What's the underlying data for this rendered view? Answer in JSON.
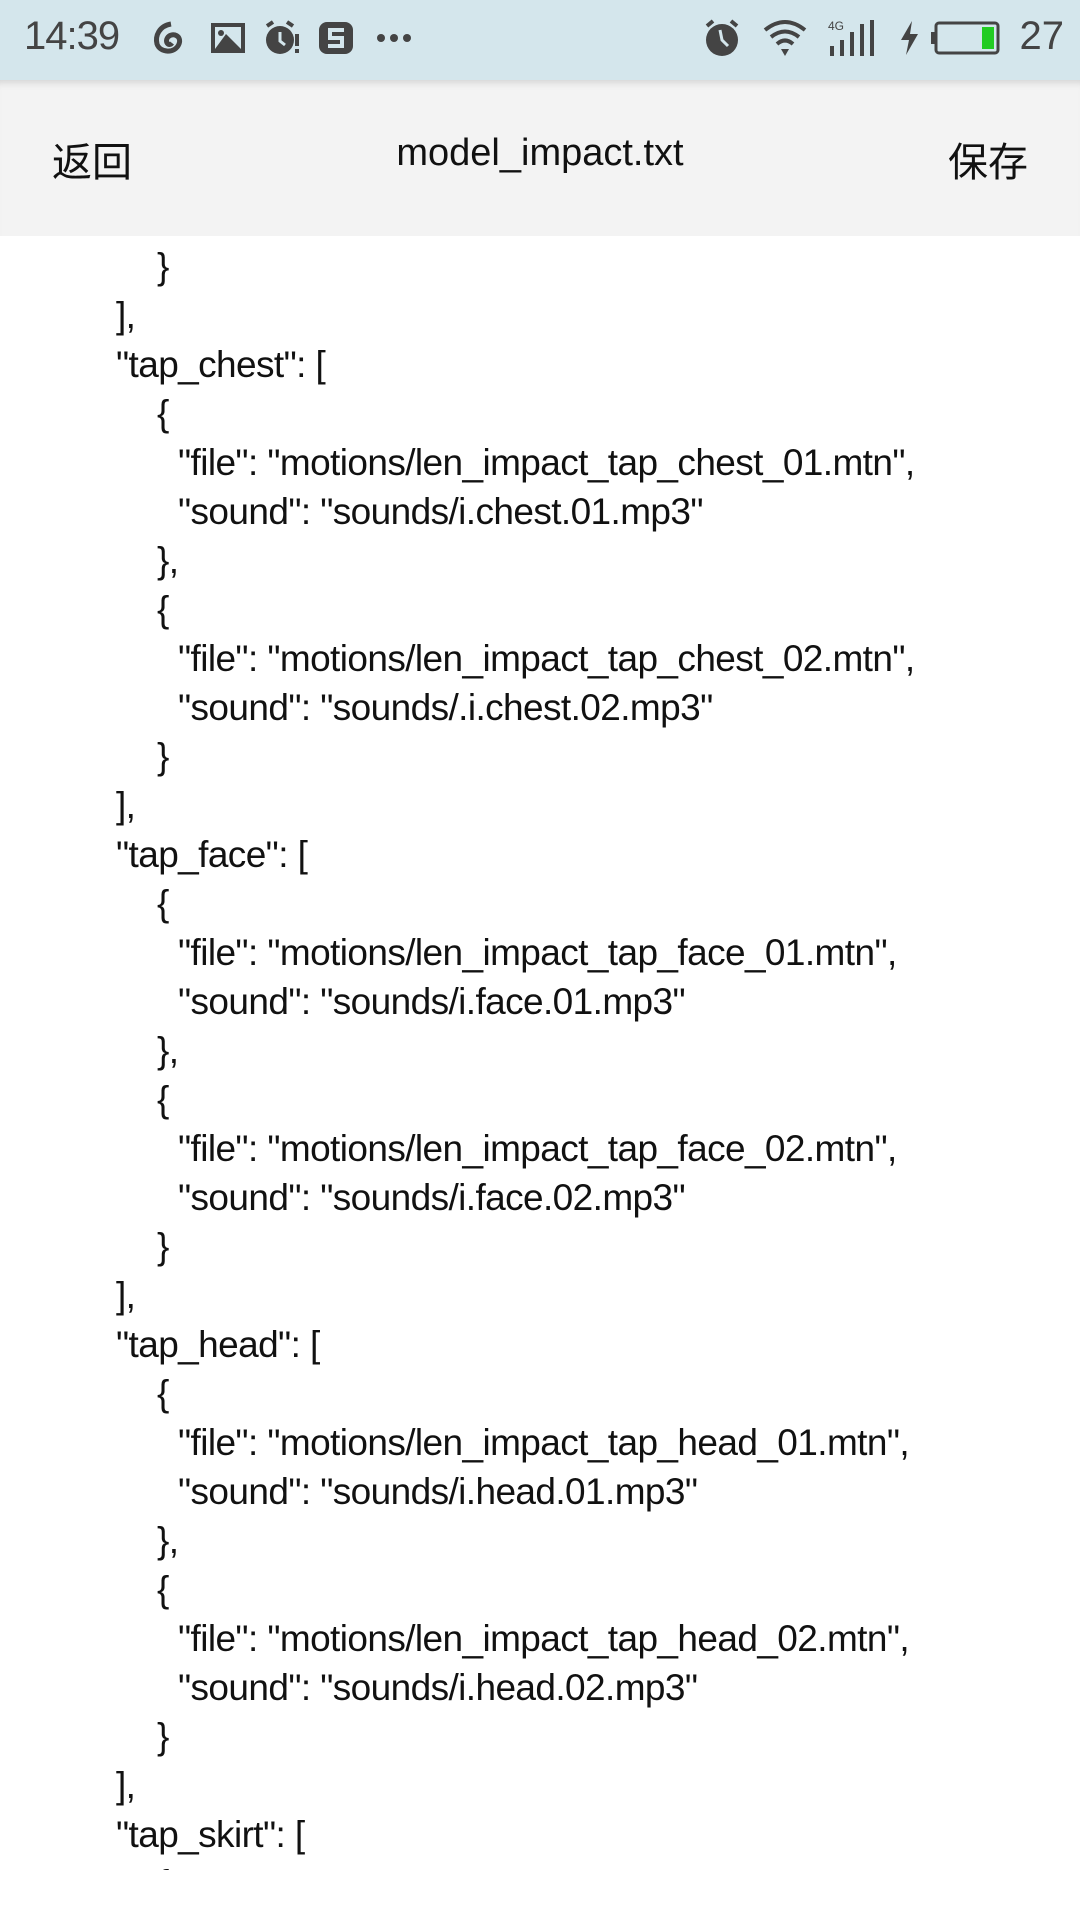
{
  "status_bar": {
    "time": "14:39",
    "notification_icons": [
      "netease-music-icon",
      "gallery-icon",
      "alarm-notice-icon",
      "sogou-icon",
      "more-icon"
    ],
    "battery_percent": "27",
    "battery_level": 0.27,
    "battery_color": "#22cc22"
  },
  "header": {
    "back_label": "返回",
    "title": "model_impact.txt",
    "save_label": "保存"
  },
  "editor": {
    "lines": [
      {
        "depth": 1,
        "text": "}"
      },
      {
        "depth": 0,
        "text": "],"
      },
      {
        "depth": 0,
        "text": "\"tap_chest\": ["
      },
      {
        "depth": 1,
        "text": "{"
      },
      {
        "depth": 2,
        "text": "\"file\": \"motions/len_impact_tap_chest_01.mtn\","
      },
      {
        "depth": 2,
        "text": "\"sound\": \"sounds/i.chest.01.mp3\""
      },
      {
        "depth": 1,
        "text": "},"
      },
      {
        "depth": 1,
        "text": "{"
      },
      {
        "depth": 2,
        "text": "\"file\": \"motions/len_impact_tap_chest_02.mtn\","
      },
      {
        "depth": 2,
        "text": "\"sound\": \"sounds/.i.chest.02.mp3\""
      },
      {
        "depth": 1,
        "text": "}"
      },
      {
        "depth": 0,
        "text": "],"
      },
      {
        "depth": 0,
        "text": "\"tap_face\": ["
      },
      {
        "depth": 1,
        "text": "{"
      },
      {
        "depth": 2,
        "text": "\"file\": \"motions/len_impact_tap_face_01.mtn\","
      },
      {
        "depth": 2,
        "text": "\"sound\": \"sounds/i.face.01.mp3\""
      },
      {
        "depth": 1,
        "text": "},"
      },
      {
        "depth": 1,
        "text": "{"
      },
      {
        "depth": 2,
        "text": "\"file\": \"motions/len_impact_tap_face_02.mtn\","
      },
      {
        "depth": 2,
        "text": "\"sound\": \"sounds/i.face.02.mp3\""
      },
      {
        "depth": 1,
        "text": "}"
      },
      {
        "depth": 0,
        "text": "],"
      },
      {
        "depth": 0,
        "text": "\"tap_head\": ["
      },
      {
        "depth": 1,
        "text": "{"
      },
      {
        "depth": 2,
        "text": "\"file\": \"motions/len_impact_tap_head_01.mtn\","
      },
      {
        "depth": 2,
        "text": "\"sound\": \"sounds/i.head.01.mp3\""
      },
      {
        "depth": 1,
        "text": "},"
      },
      {
        "depth": 1,
        "text": "{"
      },
      {
        "depth": 2,
        "text": "\"file\": \"motions/len_impact_tap_head_02.mtn\","
      },
      {
        "depth": 2,
        "text": "\"sound\": \"sounds/i.head.02.mp3\""
      },
      {
        "depth": 1,
        "text": "}"
      },
      {
        "depth": 0,
        "text": "],"
      },
      {
        "depth": 0,
        "text": "\"tap_skirt\": ["
      },
      {
        "depth": 1,
        "text": "{"
      }
    ]
  }
}
